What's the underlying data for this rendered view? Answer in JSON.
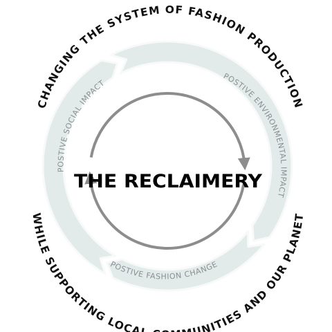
{
  "title": "THE RECLAIMERY",
  "outer_top_text": "CHANGING THE SYSTEM OF FASHION PRODUCTION",
  "outer_bottom_text": "WHILE SUPPORTING LOCAL COMMUNITIES AND OUR PLANET",
  "segments": [
    {
      "label": "POSTIVE SOCIAL IMPACT"
    },
    {
      "label": "POSTIVE ENVIRONMENTAL IMPACT"
    },
    {
      "label": "POSTIVE FASHION CHANGE"
    }
  ],
  "colors": {
    "segment_fill": "#e3ebea",
    "segment_stroke": "#f7faf9",
    "segment_text": "#8a8f91",
    "inner_arrow": "#8d8d8d",
    "outer_text": "#111111",
    "title": "#000000"
  }
}
